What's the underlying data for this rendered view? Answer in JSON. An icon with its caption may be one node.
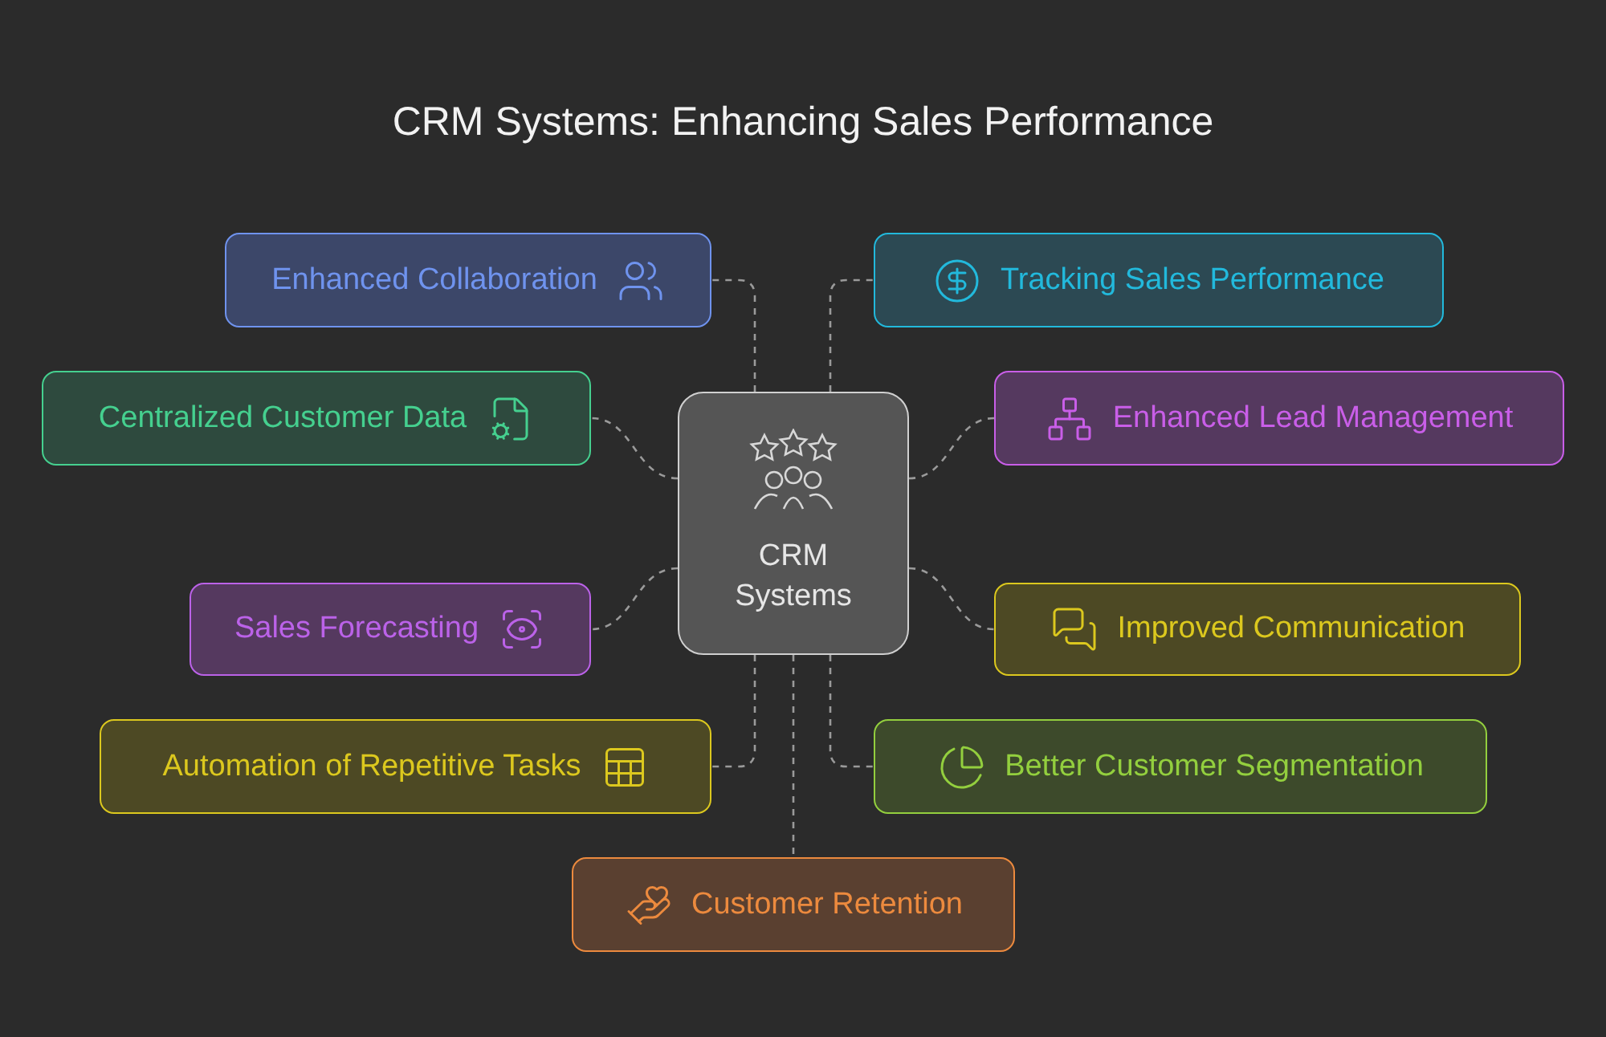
{
  "diagram": {
    "title": "CRM Systems: Enhancing Sales Performance",
    "nodes": [
      {
        "text": [
          "CRM Systems"
        ]
      },
      {
        "text": [
          "Enhanced Collaboration"
        ]
      },
      {
        "text": [
          "Tracking Sales Performance"
        ]
      },
      {
        "text": [
          "Centralized Customer Data"
        ]
      },
      {
        "text": [
          "Enhanced Lead Management"
        ]
      },
      {
        "text": [
          "Sales Forecasting"
        ]
      },
      {
        "text": [
          "Improved Communication"
        ]
      },
      {
        "text": [
          "Automation of Repetitive Tasks"
        ]
      },
      {
        "text": [
          "Better Customer Segmentation"
        ]
      },
      {
        "text": [
          "Customer Retention"
        ]
      }
    ],
    "edges": [
      {
        "from": 0,
        "to": 1,
        "arrow": "none",
        "style": "dashed"
      },
      {
        "from": 0,
        "to": 2,
        "arrow": "none",
        "style": "dashed"
      },
      {
        "from": 0,
        "to": 3,
        "arrow": "none",
        "style": "dashed"
      },
      {
        "from": 0,
        "to": 4,
        "arrow": "none",
        "style": "dashed"
      },
      {
        "from": 0,
        "to": 5,
        "arrow": "none",
        "style": "dashed"
      },
      {
        "from": 0,
        "to": 6,
        "arrow": "none",
        "style": "dashed"
      },
      {
        "from": 0,
        "to": 7,
        "arrow": "none",
        "style": "dashed"
      },
      {
        "from": 0,
        "to": 8,
        "arrow": "none",
        "style": "dashed"
      },
      {
        "from": 0,
        "to": 9,
        "arrow": "none",
        "style": "dashed"
      }
    ]
  }
}
